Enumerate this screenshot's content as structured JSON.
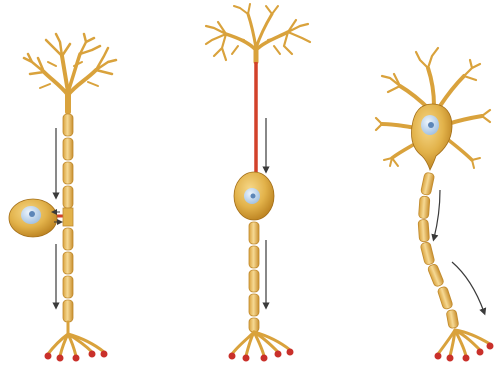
{
  "colors": {
    "background": "#ffffff",
    "neuron_body": "#e2b24a",
    "neuron_body_dark": "#b97f1e",
    "neuron_outline": "#a36e18",
    "dendrite": "#d9a23c",
    "myelin": "#f0c97a",
    "myelin_outline": "#c08a2e",
    "nucleus": "#c9dcef",
    "nucleolus": "#5c86b8",
    "axon_red": "#d2412a",
    "terminal_red": "#c9302a",
    "arrow": "#3a3a3a"
  },
  "neurons": [
    {
      "id": "unipolar",
      "type": "unipolar neuron"
    },
    {
      "id": "bipolar",
      "type": "bipolar neuron"
    },
    {
      "id": "multipolar",
      "type": "multipolar neuron"
    }
  ],
  "icons": [
    "down-arrow-icon",
    "curved-arrow-icon"
  ]
}
